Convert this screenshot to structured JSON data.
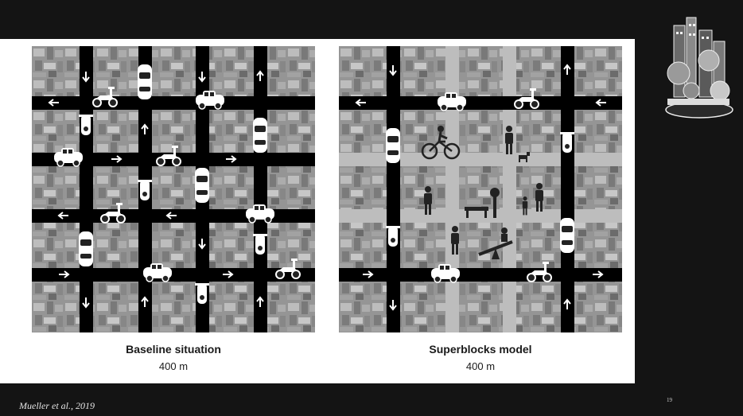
{
  "slide": {
    "citation": "Mueller et al., 2019",
    "page_number": "19"
  },
  "figures": [
    {
      "caption_title": "Baseline situation",
      "caption_distance": "400 m"
    },
    {
      "caption_title": "Superblocks model",
      "caption_distance": "400 m"
    }
  ],
  "icons": [
    "car-icon",
    "scooter-icon",
    "arrow-icon",
    "cyclist-icon",
    "pedestrian-icon",
    "bench-icon",
    "playground-icon",
    "city-illustration"
  ]
}
